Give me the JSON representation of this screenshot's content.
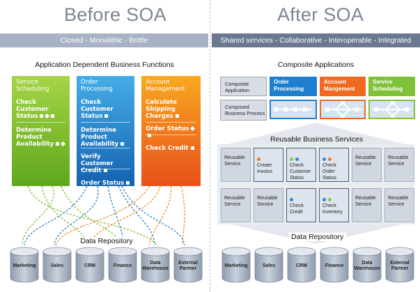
{
  "before": {
    "title": "Before SOA",
    "band": "Closed - Monolithic - Brittle",
    "section_title": "Application Dependent Business Functions",
    "columns": [
      {
        "header": "Service\nScheduling",
        "color_top": "#9dcf3a",
        "color_bottom": "#63a61f",
        "items": [
          "Check Customer\nStatus",
          "Determine\nProduct\nAvailability"
        ]
      },
      {
        "header": "Order\nProcessing",
        "color_top": "#3fa8e4",
        "color_bottom": "#1466b3",
        "items": [
          "Check Customer\nStatus",
          "Determine\nProduct\nAvailability",
          "Verify Customer\nCredit",
          "Order Status"
        ]
      },
      {
        "header": "Account\nManagement",
        "color_top": "#f6a21e",
        "color_bottom": "#e8581c",
        "items": [
          "Calculate Shipping\nCharges",
          "Order Status",
          "Check Credit"
        ]
      }
    ],
    "repo_label": "Data Repository",
    "databases": [
      "Marketing",
      "Sales",
      "CRM",
      "Finance",
      "Data\nWarehouse",
      "External\nPartner"
    ]
  },
  "after": {
    "title": "After SOA",
    "band": "Shared services - Collaborative - Interoperable - Integrated",
    "section_title": "Composite Applications",
    "row_labels": [
      "Composite\nApplication",
      "Composed\nBusiness Process"
    ],
    "apps": [
      {
        "label": "Order\nProcessing",
        "color": "#1f7fcf"
      },
      {
        "label": "Account\nMangement",
        "color": "#ef6a1f"
      },
      {
        "label": "Service\nScheduling",
        "color": "#7fc23a"
      }
    ],
    "services_title": "Reusable Business Services",
    "services_row1": [
      "Reusable\nService",
      "Create\nInvoice",
      "Check\nCustomer\nStatus",
      "Check\nOrder\nStatus",
      "Reusable\nService",
      "Reusable\nService"
    ],
    "services_row2": [
      "Reusable\nService",
      "Reusable\nService",
      "Check\nCredit",
      "Check\nInventory",
      "Reusable\nService",
      "Reusable\nService"
    ],
    "repo_label": "Data Repository",
    "databases": [
      "Marketing",
      "Sales",
      "CRM",
      "Finance",
      "Data\nWarehouse",
      "External\nPartner"
    ]
  }
}
